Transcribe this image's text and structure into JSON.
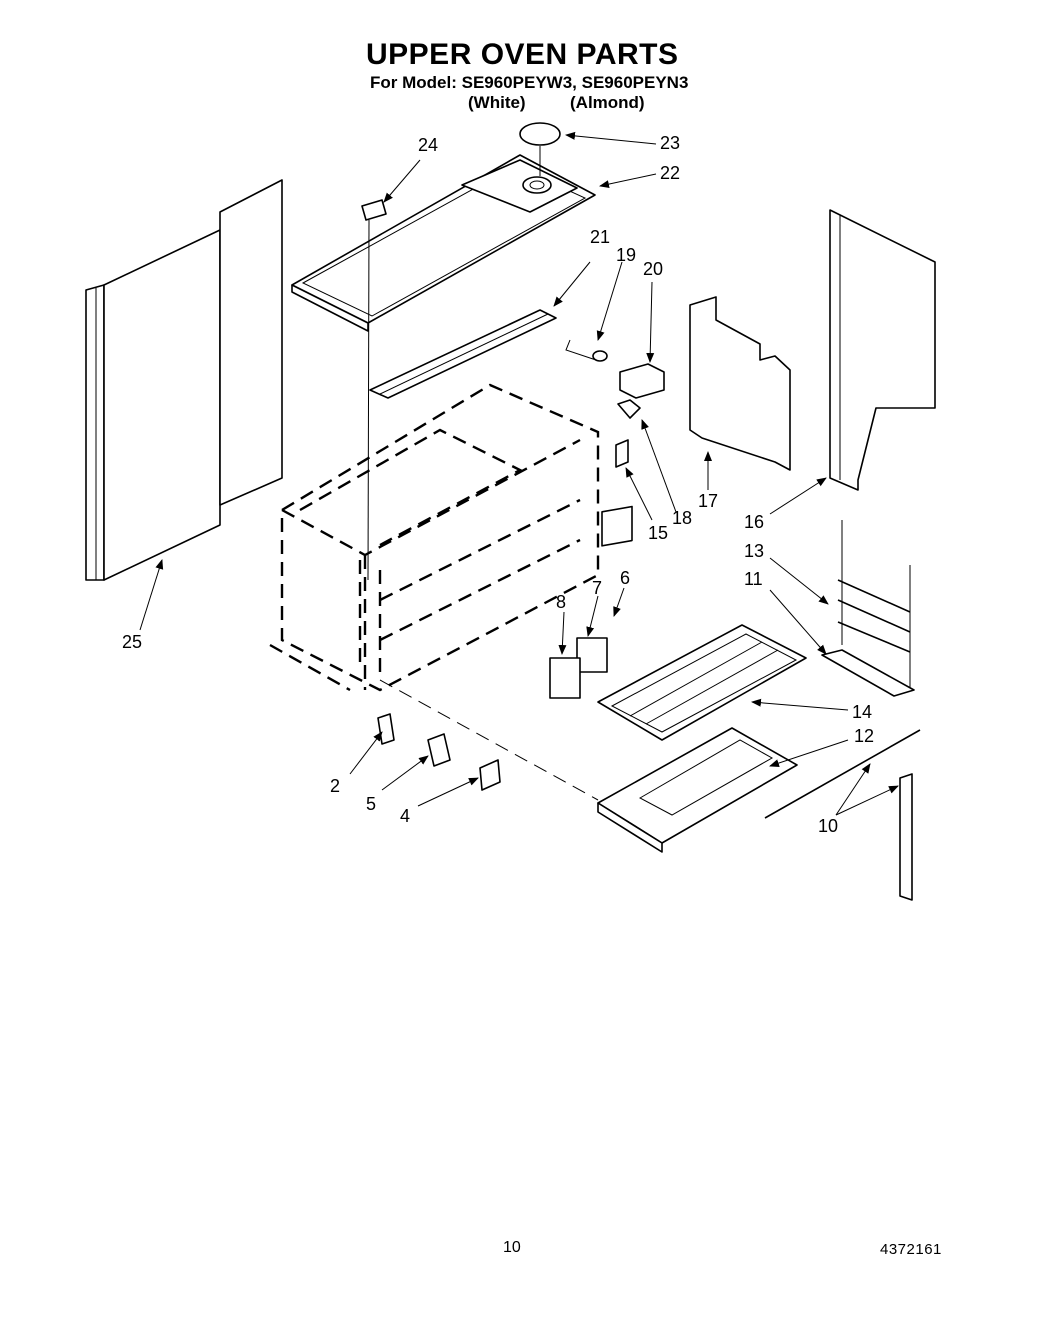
{
  "header": {
    "title": "UPPER OVEN PARTS",
    "model_line": "For Model: SE960PEYW3, SE960PEYN3",
    "variant_white": "(White)",
    "variant_almond": "(Almond)"
  },
  "callouts": {
    "c2": "2",
    "c4": "4",
    "c5": "5",
    "c6": "6",
    "c7": "7",
    "c8": "8",
    "c10": "10",
    "c11": "11",
    "c12": "12",
    "c13": "13",
    "c14": "14",
    "c15": "15",
    "c16": "16",
    "c17": "17",
    "c18": "18",
    "c19": "19",
    "c20": "20",
    "c21": "21",
    "c22": "22",
    "c23": "23",
    "c24": "24",
    "c25": "25"
  },
  "footer": {
    "page_number": "10",
    "document_number": "4372161"
  }
}
